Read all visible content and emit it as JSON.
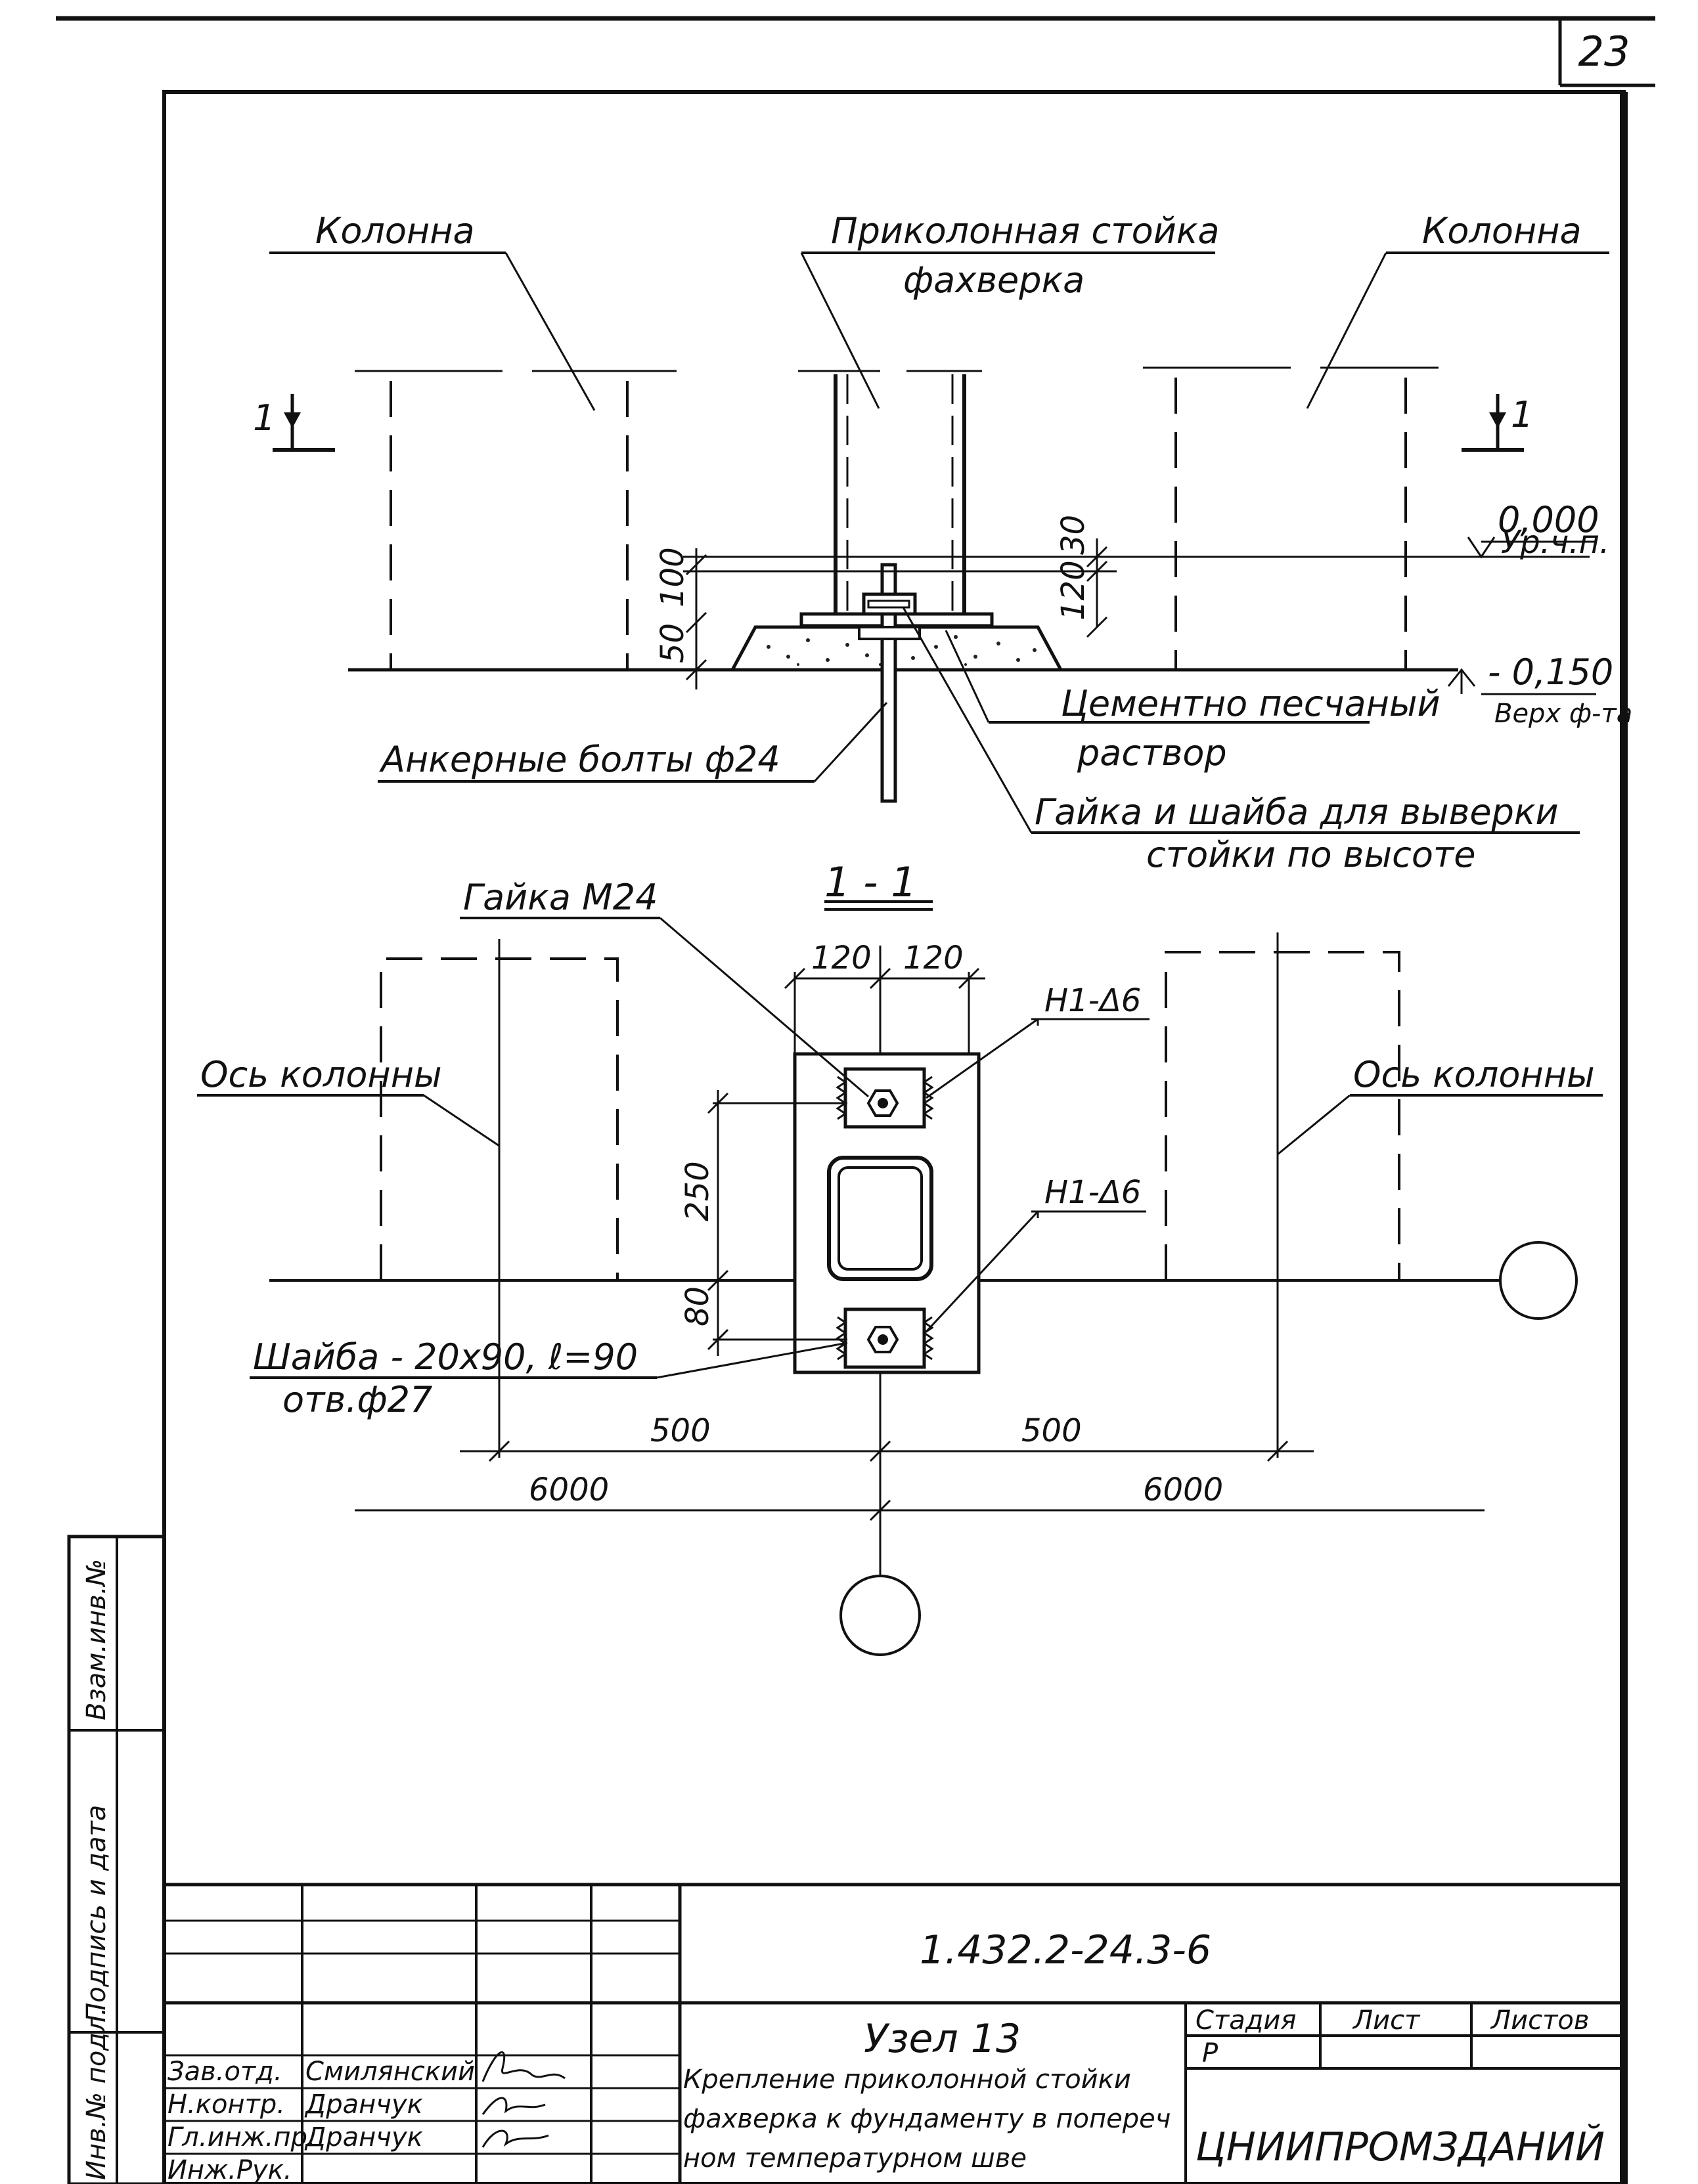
{
  "sheet": {
    "page_number": "23"
  },
  "elevation": {
    "label_column_left": "Колонна",
    "label_post": "Приколонная стойка",
    "label_post_2": "фахверка",
    "label_column_right": "Колонна",
    "section_mark_left": "1",
    "section_mark_right": "1",
    "level_top": "0,000",
    "level_top_note": "Ур.ч.п.",
    "level_bottom": "- 0,150",
    "level_bottom_note": "Верх ф-та",
    "dim_50": "50",
    "dim_100": "100",
    "dim_30": "30",
    "dim_120": "120",
    "label_mortar_1": "Цементно песчаный",
    "label_mortar_2": "раствор",
    "label_anchor": "Анкерные болты ф24",
    "label_nut_1": "Гайка и шайба для выверки",
    "label_nut_2": "стойки по высоте"
  },
  "plan": {
    "section_title": "1 - 1",
    "label_nut": "Гайка М24",
    "dim_120_left": "120",
    "dim_120_right": "120",
    "weld_1": "Н1-Δ6",
    "weld_2": "Н1-Δ6",
    "label_axis_left": "Ось колонны",
    "label_axis_right": "Ось колонны",
    "dim_250": "250",
    "dim_80": "80",
    "label_washer_1": "Шайба - 20х90, ℓ=90",
    "label_washer_2": "отв.ф27",
    "dim_500_left": "500",
    "dim_500_right": "500",
    "dim_6000_left": "6000",
    "dim_6000_right": "6000"
  },
  "side_stamp": {
    "field_1": "Взам.инв.№",
    "field_2": "Подпись и дата",
    "field_3": "Инв.№ подл."
  },
  "title_block": {
    "doc_code": "1.432.2-24.3-6",
    "node_title": "Узел 13",
    "description_1": "Крепление приколонной стойки",
    "description_2": "фахверка к фундаменту в попереч",
    "description_3": "ном температурном шве",
    "stage_header": "Стадия",
    "sheet_header": "Лист",
    "sheets_header": "Листов",
    "stage_value": "Р",
    "organization": "ЦНИИПРОМЗДАНИЙ",
    "roles": [
      "Зав.отд.",
      "Н.контр.",
      "Гл.инж.пр.",
      "Инж.Рук."
    ],
    "names": [
      "Смилянский",
      "Дранчук",
      "Дранчук",
      ""
    ]
  }
}
